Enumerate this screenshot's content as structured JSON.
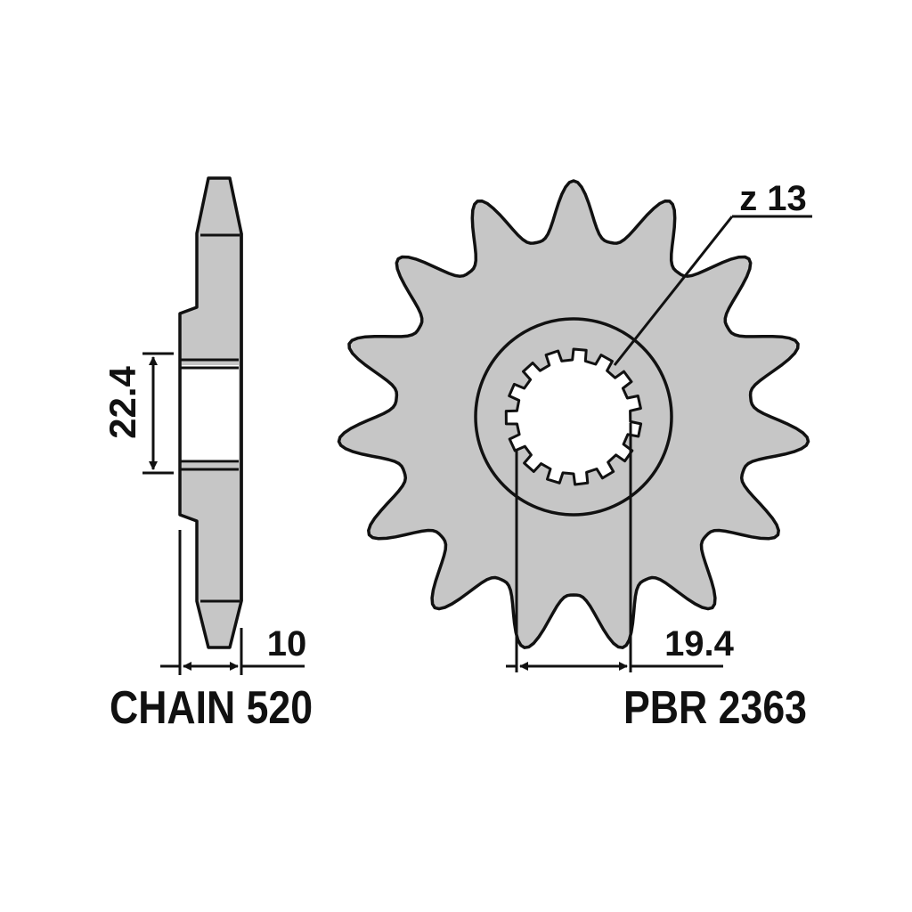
{
  "colors": {
    "part_fill": "#c6c6c6",
    "outline": "#111111",
    "background": "#ffffff"
  },
  "side_view": {
    "hub_dimension": "22.4",
    "width_dimension": "10",
    "chain_label": "CHAIN 520"
  },
  "front_view": {
    "tooth_count_label": "z 13",
    "tooth_count": 13,
    "spline_dimension": "19.4",
    "part_number_label": "PBR 2363"
  }
}
